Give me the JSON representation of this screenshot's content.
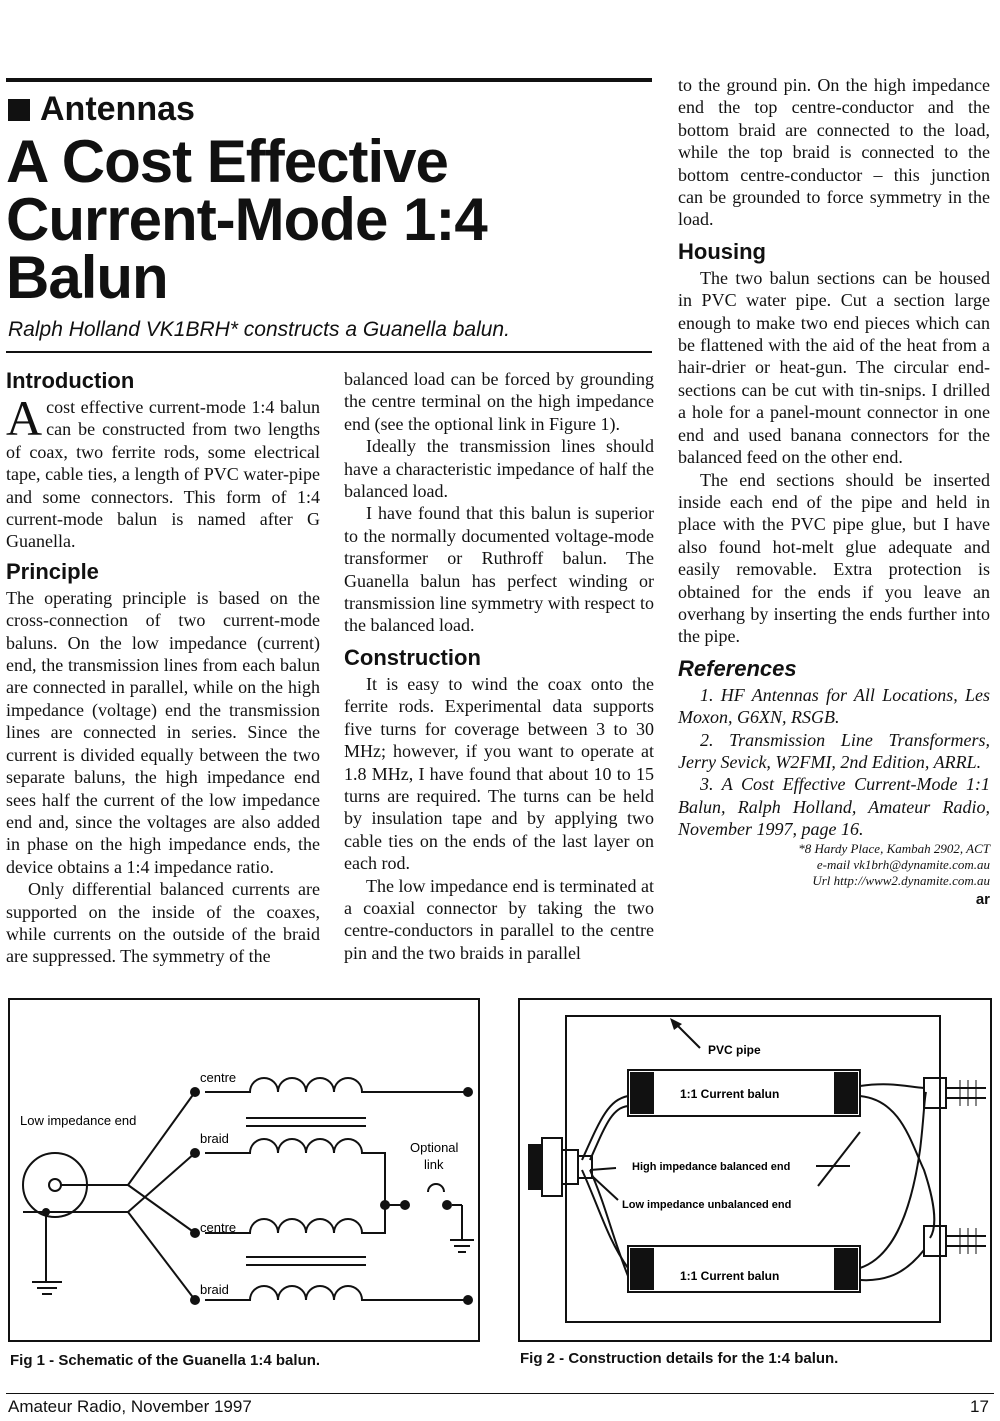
{
  "header": {
    "section": "Antennas",
    "title_lines": [
      "A Cost Effective",
      "Current-Mode 1:4",
      "Balun"
    ],
    "subtitle": "Ralph Holland VK1BRH* constructs a Guanella balun."
  },
  "col1": {
    "intro_heading": "Introduction",
    "intro_dropcap": "A",
    "intro_text": "cost effective current-mode 1:4 balun can be constructed from two lengths of coax, two ferrite rods, some electrical tape, cable ties, a length of PVC water-pipe and some connectors. This form of 1:4 current-mode balun is named after G Guanella.",
    "principle_heading": "Principle",
    "principle_p1": "The operating principle is based on the cross-connection of two current-mode baluns. On the low impedance (current) end, the transmission lines from each balun are connected in parallel, while on the high impedance (voltage) end the transmission lines are connected in series. Since the current is divided equally between the two separate baluns, the high impedance end sees half the current of the low impedance end and, since the voltages are also added in phase on the high impedance ends, the device obtains a 1:4 impedance ratio.",
    "principle_p2": "Only differential balanced currents are supported on the inside of the coaxes, while currents on the outside of the braid are suppressed. The symmetry of the"
  },
  "col2": {
    "p1": "balanced load can be forced by grounding the centre terminal on the high impedance end (see the optional link in Figure 1).",
    "p2": "Ideally the transmission lines should have a characteristic impedance of half the balanced load.",
    "p3": "I have found that this balun is superior to the normally documented voltage-mode transformer or Ruthroff balun. The Guanella balun has perfect winding or transmission line symmetry with respect to the balanced load.",
    "construction_heading": "Construction",
    "p4": "It is easy to wind the coax onto the ferrite rods. Experimental data supports five turns for coverage between 3 to 30 MHz; however, if you want to operate at 1.8 MHz, I have found that about 10 to 15 turns are required. The turns can be held by insulation tape and by applying two cable ties on the ends of the last layer on each rod.",
    "p5": "The low impedance end is terminated at a coaxial connector by taking the two centre-conductors in parallel to the centre pin and the two braids in parallel"
  },
  "col3": {
    "p1": "to the ground pin. On the high impedance end the top centre-conductor and the bottom braid are connected to the load, while the top braid is connected to the bottom centre-conductor – this junction can be grounded to force symmetry in the load.",
    "housing_heading": "Housing",
    "p2": "The two balun sections can be housed in PVC water pipe. Cut a section large enough to make two end pieces which can be flattened with the aid of the heat from a hair-drier or heat-gun. The circular end-sections can be cut with tin-snips. I drilled a hole for a panel-mount connector in one end and used banana connectors for the balanced feed on the other end.",
    "p3": "The end sections should be inserted inside each end of the pipe and held in place with the PVC pipe glue, but I have also found hot-melt glue adequate and easily removable. Extra protection is obtained for the ends if you leave an overhang by inserting the ends further into the pipe.",
    "references_heading": "References",
    "ref1": "1. HF Antennas for All Locations, Les Moxon, G6XN, RSGB.",
    "ref2": "2. Transmission Line Transformers, Jerry Sevick, W2FMI, 2nd Edition, ARRL.",
    "ref3": "3. A Cost Effective Current-Mode 1:1 Balun, Ralph Holland, Amateur Radio, November 1997, page 16.",
    "addr1": "*8 Hardy Place, Kambah 2902, ACT",
    "addr2": "e-mail vk1brh@dynamite.com.au",
    "addr3": "Url http://www2.dynamite.com.au",
    "end_mark": "ar"
  },
  "fig1": {
    "label_low": "Low impedance end",
    "label_centre_top": "centre",
    "label_braid_top": "braid",
    "label_centre_bottom": "centre",
    "label_braid_bottom": "braid",
    "label_optional": "Optional",
    "label_link": "link",
    "caption": "Fig 1 - Schematic of the Guanella 1:4 balun."
  },
  "fig2": {
    "label_pvc": "PVC pipe",
    "label_balun_top": "1:1 Current balun",
    "label_balun_bottom": "1:1 Current balun",
    "label_high": "High impedance balanced end",
    "label_low": "Low impedance unbalanced end",
    "caption": "Fig 2 - Construction details for the 1:4 balun."
  },
  "footer": {
    "left": "Amateur Radio, November 1997",
    "page": "17"
  }
}
